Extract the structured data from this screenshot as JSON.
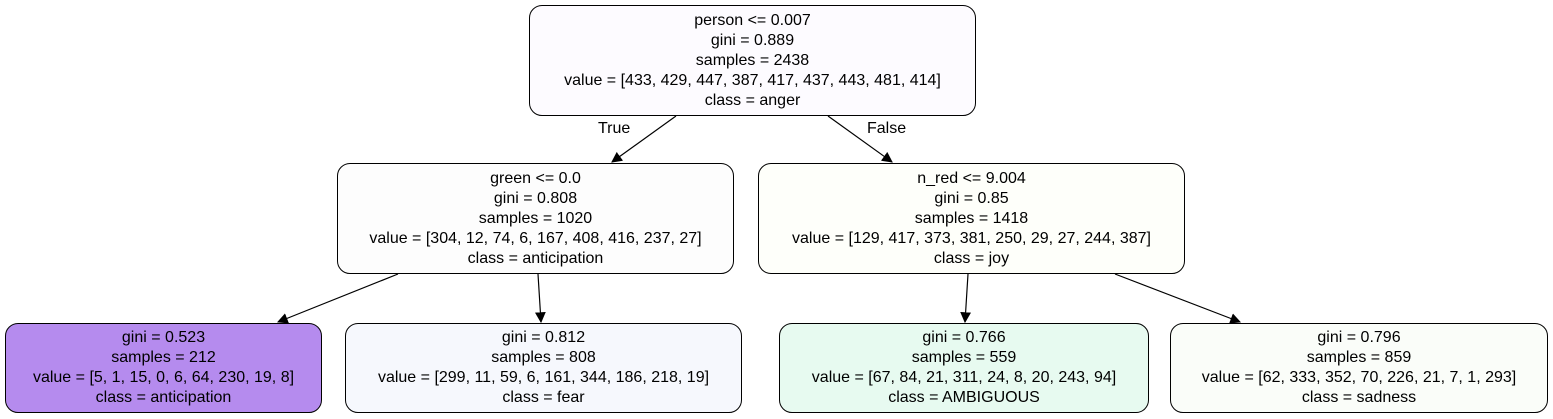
{
  "tree": {
    "root": {
      "split": "person <= 0.007",
      "gini": "gini = 0.889",
      "samples": "samples = 2438",
      "value": "value = [433, 429, 447, 387, 417, 437, 443, 481, 414]",
      "class": "class = anger",
      "fill": "#fdfbff"
    },
    "left": {
      "split": "green <= 0.0",
      "gini": "gini = 0.808",
      "samples": "samples = 1020",
      "value": "value = [304, 12, 74, 6, 167, 408, 416, 237, 27]",
      "class": "class = anticipation",
      "fill": "#fdfdfd"
    },
    "right": {
      "split": "n_red <= 9.004",
      "gini": "gini = 0.85",
      "samples": "samples = 1418",
      "value": "value = [129, 417, 373, 381, 250, 29, 27, 244, 387]",
      "class": "class = joy",
      "fill": "#fefffa"
    },
    "leaf1": {
      "gini": "gini = 0.523",
      "samples": "samples = 212",
      "value": "value = [5, 1, 15, 0, 6, 64, 230, 19, 8]",
      "class": "class = anticipation",
      "fill": "#b58bee"
    },
    "leaf2": {
      "gini": "gini = 0.812",
      "samples": "samples = 808",
      "value": "value = [299, 11, 59, 6, 161, 344, 186, 218, 19]",
      "class": "class = fear",
      "fill": "#f6f8fd"
    },
    "leaf3": {
      "gini": "gini = 0.766",
      "samples": "samples = 559",
      "value": "value = [67, 84, 21, 311, 24, 8, 20, 243, 94]",
      "class": "class = AMBIGUOUS",
      "fill": "#e7faf0"
    },
    "leaf4": {
      "gini": "gini = 0.796",
      "samples": "samples = 859",
      "value": "value = [62, 333, 352, 70, 226, 21, 7, 1, 293]",
      "class": "class = sadness",
      "fill": "#fafdf9"
    }
  },
  "edge_labels": {
    "true_label": "True",
    "false_label": "False"
  }
}
